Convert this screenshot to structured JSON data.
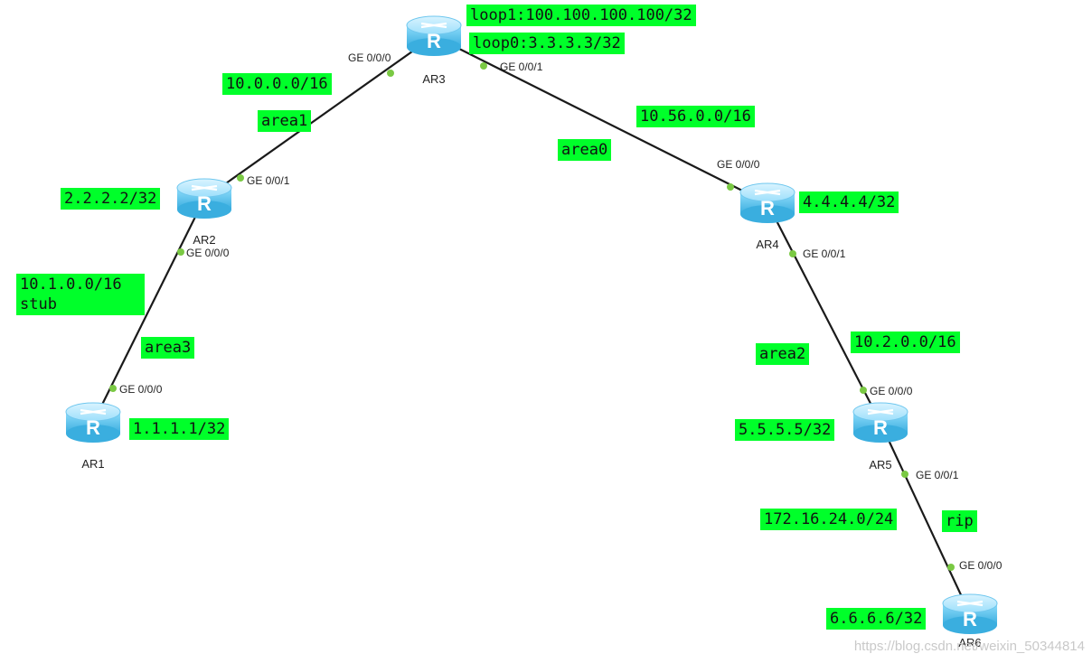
{
  "routers": [
    {
      "id": "AR1",
      "label": "AR1"
    },
    {
      "id": "AR2",
      "label": "AR2"
    },
    {
      "id": "AR3",
      "label": "AR3"
    },
    {
      "id": "AR4",
      "label": "AR4"
    },
    {
      "id": "AR5",
      "label": "AR5"
    },
    {
      "id": "AR6",
      "label": "AR6"
    }
  ],
  "links": [
    {
      "from": "AR3",
      "to": "AR2",
      "from_port": "GE 0/0/0",
      "to_port": "GE 0/0/1"
    },
    {
      "from": "AR3",
      "to": "AR4",
      "from_port": "GE 0/0/1",
      "to_port": "GE 0/0/0"
    },
    {
      "from": "AR2",
      "to": "AR1",
      "from_port": "GE 0/0/0",
      "to_port": "GE 0/0/0"
    },
    {
      "from": "AR4",
      "to": "AR5",
      "from_port": "GE 0/0/1",
      "to_port": "GE 0/0/0"
    },
    {
      "from": "AR5",
      "to": "AR6",
      "from_port": "GE 0/0/1",
      "to_port": "GE 0/0/0"
    }
  ],
  "labels": {
    "ar3_loop1": "loop1:100.100.100.100/32",
    "ar3_loop0": "loop0:3.3.3.3/32",
    "net_ar2_ar3": "10.0.0.0/16",
    "area1": "area1",
    "ar2_loop": "2.2.2.2/32",
    "net_ar1_ar2": "10.1.0.0/16\nstub",
    "area3": "area3",
    "ar1_loop": "1.1.1.1/32",
    "net_ar3_ar4": "10.56.0.0/16",
    "area0": "area0",
    "ar4_loop": "4.4.4.4/32",
    "net_ar4_ar5": "10.2.0.0/16",
    "area2": "area2",
    "ar5_loop": "5.5.5.5/32",
    "net_ar5_ar6": "172.16.24.0/24",
    "rip": "rip",
    "ar6_loop": "6.6.6.6/32"
  },
  "watermark": "https://blog.csdn.net/weixin_50344814",
  "colors": {
    "label_bg": "#00ff2a",
    "router_body": "#5bc0ec",
    "port_dot": "#7ac943",
    "link": "#1a1a1a"
  }
}
